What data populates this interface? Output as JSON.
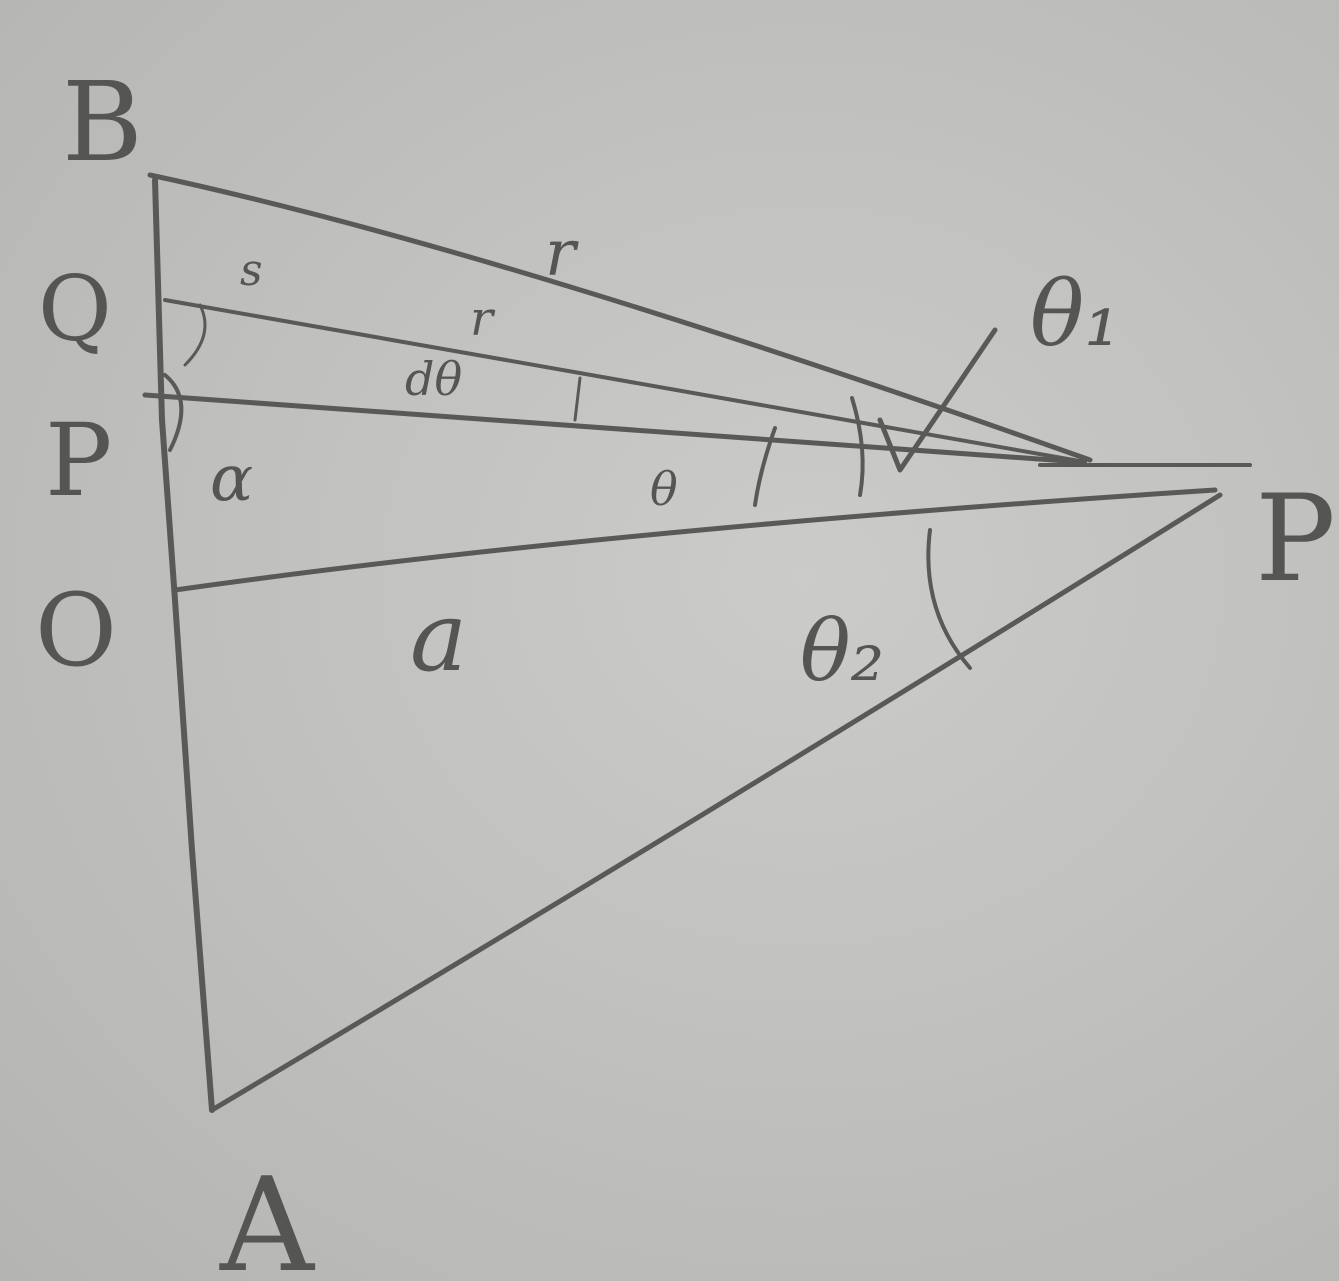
{
  "diagram": {
    "points": {
      "B": "B",
      "Q": "Q",
      "P_left": "P",
      "O": "O",
      "A": "A",
      "P_right": "P"
    },
    "labels": {
      "r_outer": "r",
      "r_inner": "r",
      "d_theta": "dθ",
      "alpha": "α",
      "theta": "θ",
      "theta_1": "θ₁",
      "theta_2": "θ₂",
      "a": "a",
      "small_s": "s"
    },
    "colors": {
      "paper": "#c4c4c2",
      "pencil": "#595957"
    }
  }
}
